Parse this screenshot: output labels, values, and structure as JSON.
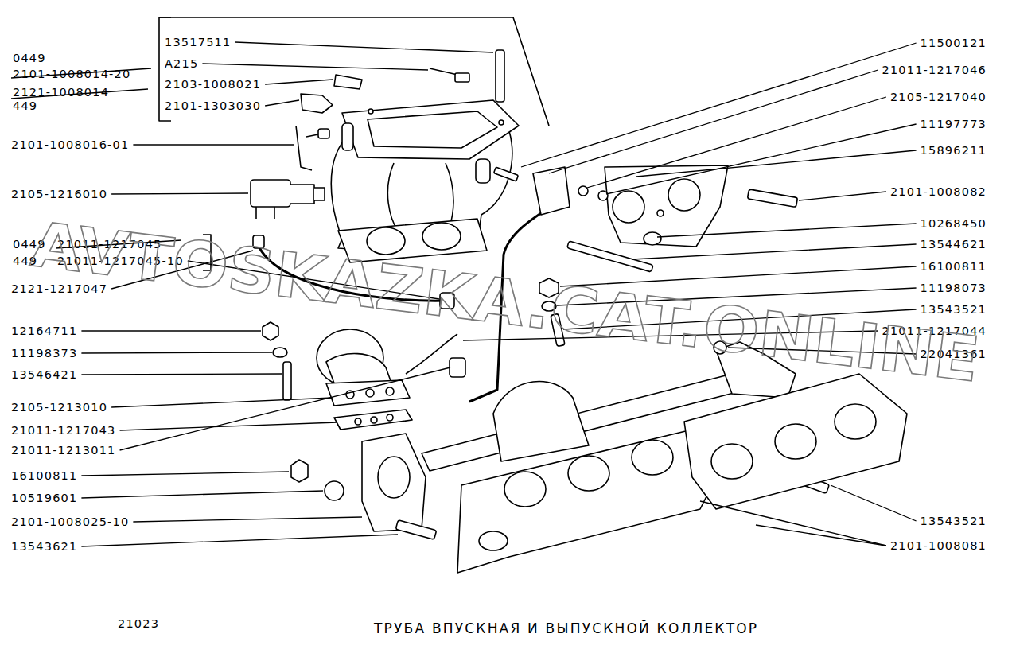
{
  "diagram": {
    "title": "ТРУБА ВПУСКНАЯ И ВЫПУСКНОЙ КОЛЛЕКТОР",
    "labels": [
      "0449",
      "2101-1008014-20",
      "2121-1008014",
      "449",
      "13517511",
      "A215",
      "2103-1008021",
      "2101-1303030",
      "2101-1008016-01",
      "2105-1216010",
      "0449",
      "21011-1217045",
      "449",
      "21011-1217045-10",
      "2121-1217047",
      "12164711",
      "11198373",
      "13546421",
      "2105-1213010",
      "21011-1217043",
      "21011-1213011",
      "16100811",
      "10519601",
      "2101-1008025-10",
      "13543621",
      "11500121",
      "21011-1217046",
      "2105-1217040",
      "11197773",
      "15896211",
      "2101-1008082",
      "10268450",
      "13544621",
      "16100811",
      "11198073",
      "13543521",
      "21011-1217044",
      "22041361",
      "13543521",
      "2101-1008081",
      "21023",
      "AVTOSKAZKA.CAT.ONLINE"
    ]
  }
}
